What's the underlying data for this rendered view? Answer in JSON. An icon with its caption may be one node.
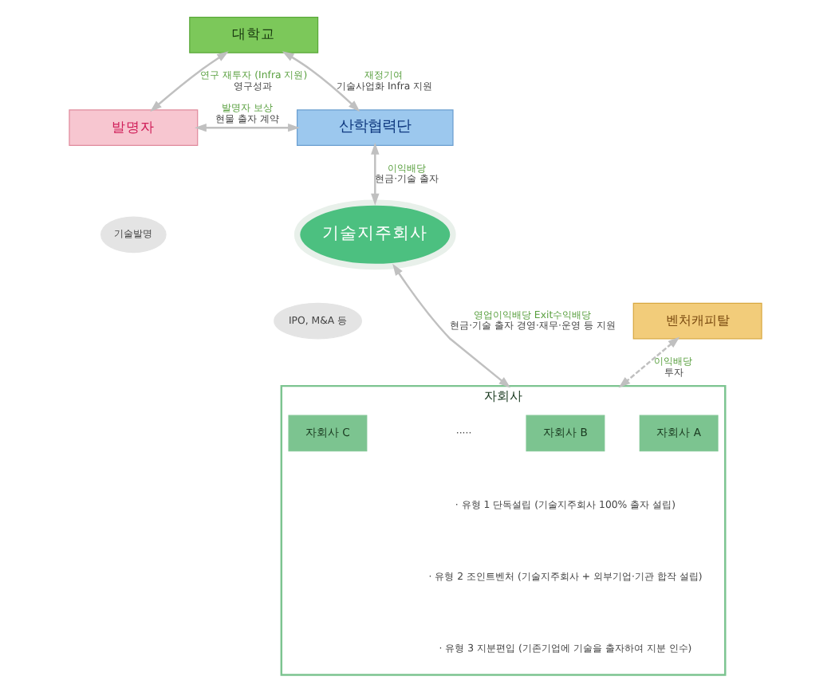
{
  "diagram": {
    "nodes": [
      {
        "text": [
          "대학교"
        ]
      },
      {
        "text": [
          "발명자"
        ]
      },
      {
        "text": [
          "산학협력단"
        ]
      },
      {
        "text": [
          "기술발명"
        ]
      },
      {
        "text": [
          "기술지주회사"
        ]
      },
      {
        "text": [
          "IPO, M&A 등"
        ]
      },
      {
        "text": [
          "벤처캐피탈"
        ]
      },
      {
        "text": [
          "자회사"
        ]
      },
      {
        "text": [
          "자회사 A"
        ],
        "in": 7
      },
      {
        "text": [
          "자회사 B"
        ],
        "in": 7
      },
      {
        "text": [
          "자회사 C"
        ],
        "in": 7
      }
    ],
    "edges": [
      {
        "from": 1,
        "to": 0,
        "arrow": "both",
        "label": "연구 재투자 (Infra 지원)"
      },
      {
        "from": 0,
        "to": 2,
        "arrow": "both",
        "label": "재정기여"
      },
      {
        "from": 1,
        "to": 2,
        "arrow": "both",
        "label": "발명자 보상"
      },
      {
        "from": 2,
        "to": 4,
        "arrow": "both",
        "label": "이익배당"
      },
      {
        "from": 4,
        "to": 7,
        "arrow": "both",
        "label": "영업이익배당 Exit수익배당"
      },
      {
        "from": 6,
        "to": 7,
        "arrow": "both",
        "label": "이익배당",
        "style": "dashed"
      }
    ],
    "labels": [
      "영구성과",
      "기술사업화 Infra 지원",
      "현물 출자 계약",
      "현금·기술 출자",
      "현금·기술 출자 경영·재무·운영 등 지원",
      "투자",
      "·····",
      "· 유형 1 단독설립 (기술지주회사 100% 출자 설립)",
      "· 유형 2 조인트벤처 (기술지주회사 + 외부기업·기관 합작 설립)",
      "· 유형 3 지분편입 (기존기업에 기술을 출자하여 지분 인수)"
    ]
  }
}
